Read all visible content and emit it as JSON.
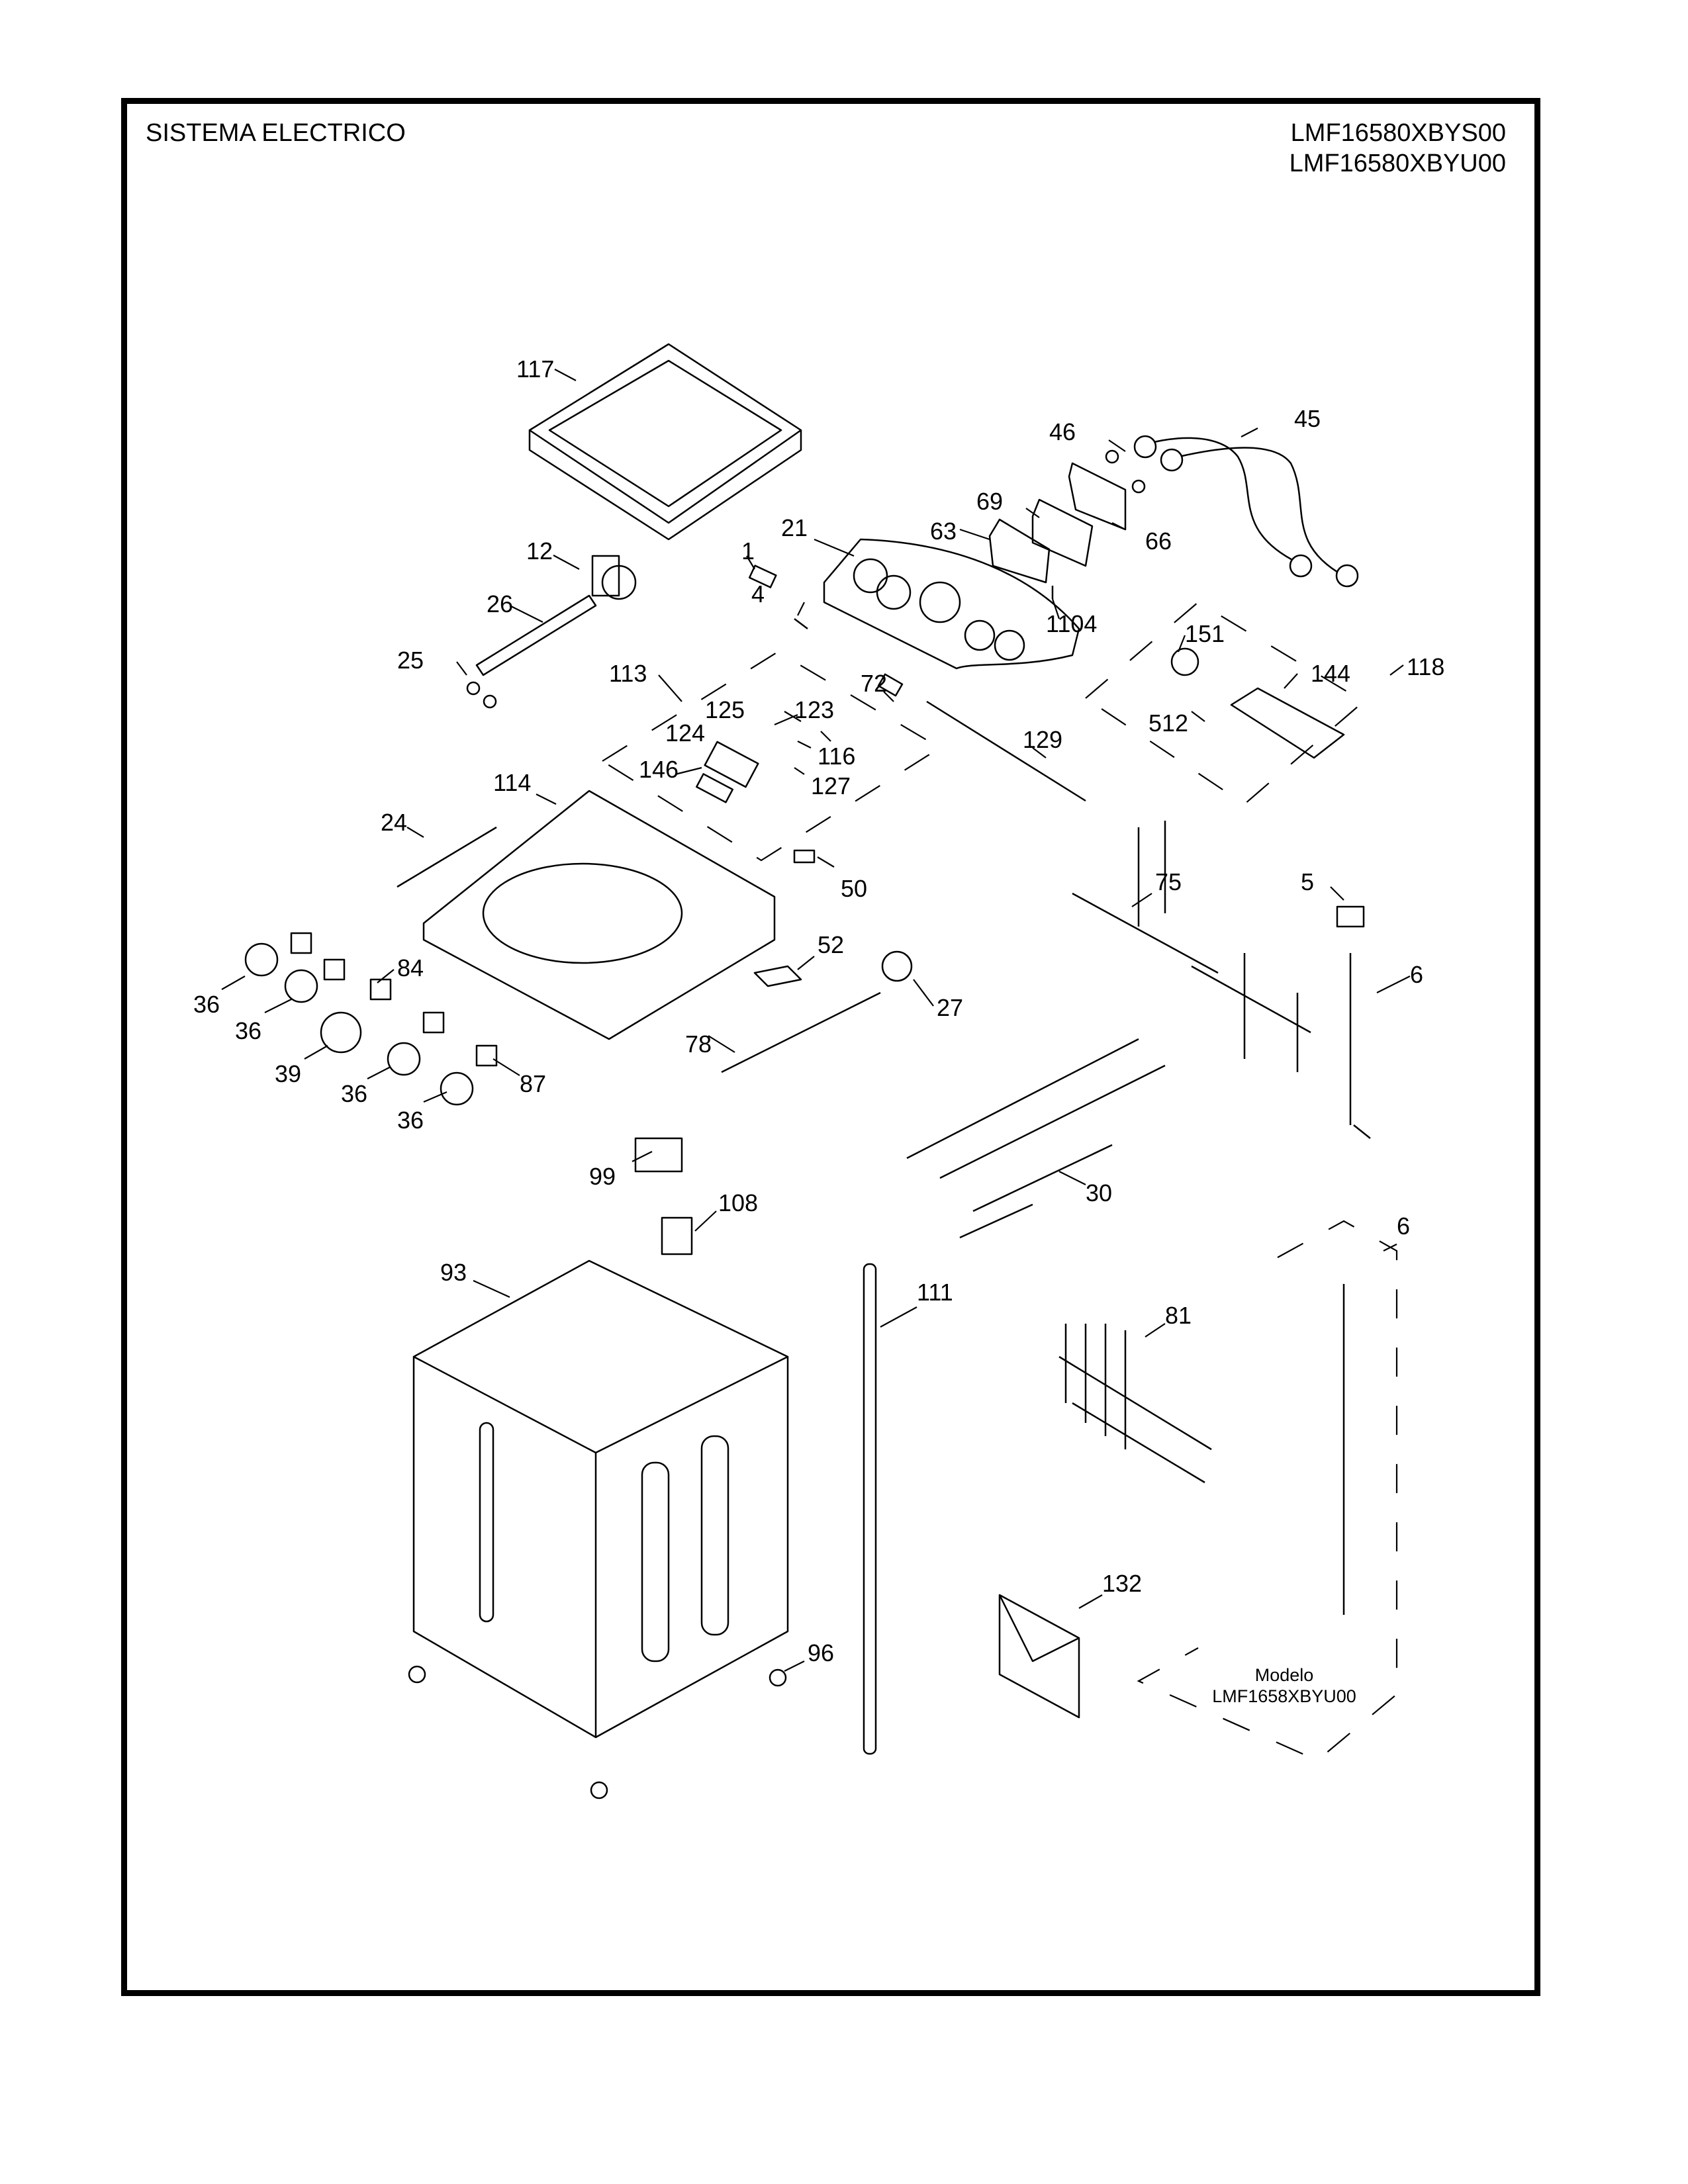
{
  "header": {
    "title": "SISTEMA ELECTRICO",
    "models": [
      "LMF16580XBYS00",
      "LMF16580XBYU00"
    ]
  },
  "callouts": [
    {
      "id": "117",
      "label": "117"
    },
    {
      "id": "46",
      "label": "46"
    },
    {
      "id": "45",
      "label": "45"
    },
    {
      "id": "69",
      "label": "69"
    },
    {
      "id": "66",
      "label": "66"
    },
    {
      "id": "63",
      "label": "63"
    },
    {
      "id": "21",
      "label": "21"
    },
    {
      "id": "12",
      "label": "12"
    },
    {
      "id": "1",
      "label": "1"
    },
    {
      "id": "4",
      "label": "4"
    },
    {
      "id": "1104",
      "label": "1104"
    },
    {
      "id": "26",
      "label": "26"
    },
    {
      "id": "151",
      "label": "151"
    },
    {
      "id": "25",
      "label": "25"
    },
    {
      "id": "113",
      "label": "113"
    },
    {
      "id": "72",
      "label": "72"
    },
    {
      "id": "118",
      "label": "118"
    },
    {
      "id": "144",
      "label": "144"
    },
    {
      "id": "125",
      "label": "125"
    },
    {
      "id": "123",
      "label": "123"
    },
    {
      "id": "512",
      "label": "512"
    },
    {
      "id": "124",
      "label": "124"
    },
    {
      "id": "116",
      "label": "116"
    },
    {
      "id": "129",
      "label": "129"
    },
    {
      "id": "146",
      "label": "146"
    },
    {
      "id": "127",
      "label": "127"
    },
    {
      "id": "114",
      "label": "114"
    },
    {
      "id": "24",
      "label": "24"
    },
    {
      "id": "50",
      "label": "50"
    },
    {
      "id": "75",
      "label": "75"
    },
    {
      "id": "5",
      "label": "5"
    },
    {
      "id": "52",
      "label": "52"
    },
    {
      "id": "84",
      "label": "84"
    },
    {
      "id": "6",
      "label": "6"
    },
    {
      "id": "36a",
      "label": "36"
    },
    {
      "id": "27",
      "label": "27"
    },
    {
      "id": "36b",
      "label": "36"
    },
    {
      "id": "78",
      "label": "78"
    },
    {
      "id": "39",
      "label": "39"
    },
    {
      "id": "36c",
      "label": "36"
    },
    {
      "id": "87",
      "label": "87"
    },
    {
      "id": "36d",
      "label": "36"
    },
    {
      "id": "99",
      "label": "99"
    },
    {
      "id": "30",
      "label": "30"
    },
    {
      "id": "108",
      "label": "108"
    },
    {
      "id": "6b",
      "label": "6"
    },
    {
      "id": "93",
      "label": "93"
    },
    {
      "id": "111",
      "label": "111"
    },
    {
      "id": "81",
      "label": "81"
    },
    {
      "id": "132",
      "label": "132"
    },
    {
      "id": "96",
      "label": "96"
    }
  ],
  "model_note": {
    "line1": "Modelo",
    "line2": "LMF1658XBYU00"
  }
}
